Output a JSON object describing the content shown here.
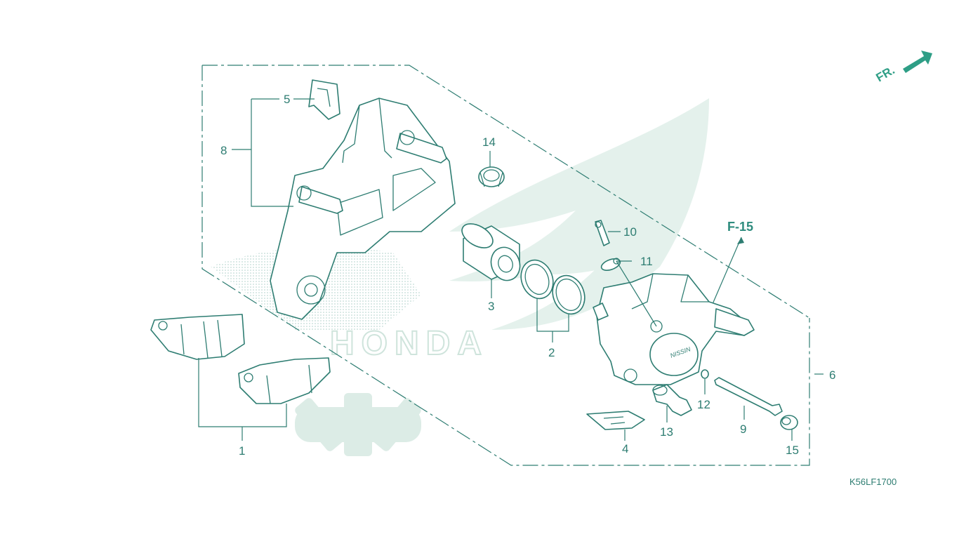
{
  "diagram": {
    "orientation_label": "FR.",
    "reference": "F-15",
    "diagram_code": "K56LF1700",
    "watermark_text": "HONDA",
    "caliper_marking": "NISSIN",
    "callouts": [
      {
        "id": "1",
        "text": "1"
      },
      {
        "id": "2",
        "text": "2"
      },
      {
        "id": "3",
        "text": "3"
      },
      {
        "id": "4",
        "text": "4"
      },
      {
        "id": "5",
        "text": "5"
      },
      {
        "id": "6",
        "text": "6"
      },
      {
        "id": "8",
        "text": "8"
      },
      {
        "id": "9",
        "text": "9"
      },
      {
        "id": "10",
        "text": "10"
      },
      {
        "id": "11",
        "text": "11"
      },
      {
        "id": "12",
        "text": "12"
      },
      {
        "id": "13",
        "text": "13"
      },
      {
        "id": "14",
        "text": "14"
      },
      {
        "id": "15",
        "text": "15"
      }
    ],
    "colors": {
      "line": "#2e7d72",
      "accent": "#2e9e86",
      "watermark": "#e4f1ec"
    }
  }
}
